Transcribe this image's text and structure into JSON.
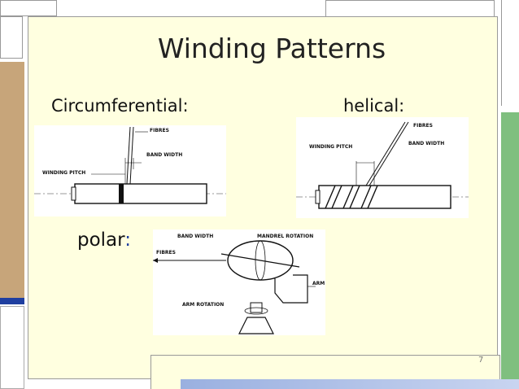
{
  "slide": {
    "title": "Winding Patterns",
    "page_number": "7",
    "labels": {
      "circumferential": "Circumferential:",
      "helical": "helical:",
      "polar": "polar",
      "polar_colon": ":"
    }
  },
  "figures": {
    "circumferential": {
      "fibres": "FIBRES",
      "band_width": "BAND WIDTH",
      "winding_pitch": "WINDING PITCH"
    },
    "helical": {
      "fibres": "FIBRES",
      "band_width": "BAND WIDTH",
      "winding_pitch": "WINDING PITCH"
    },
    "polar": {
      "band_width": "BAND WIDTH",
      "mandrel_rotation": "MANDREL ROTATION",
      "fibres": "FIBRES",
      "arm": "ARM",
      "arm_rotation": "ARM ROTATION"
    }
  },
  "colors": {
    "slide_bg": "#ffffe0",
    "olive_green": "#c5d08b",
    "green_bar": "#7fbf7f",
    "tan_bar": "#c7a57a",
    "blue_accent": "#1f3fa0"
  }
}
